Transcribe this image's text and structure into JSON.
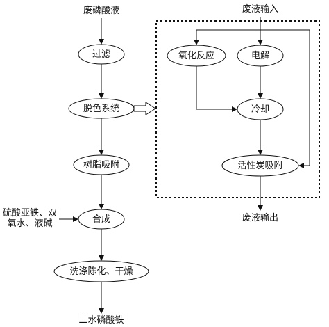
{
  "main_flow": {
    "input": "废磷酸液",
    "step_filter": "过滤",
    "step_decolor": "脱色系统",
    "step_resin": "树脂吸附",
    "reagent": "硫酸亚铁、双氧水、液碱",
    "step_synthesis": "合成",
    "step_wash": "洗涤陈化、干燥",
    "output": "二水磷酸铁"
  },
  "side_system": {
    "waste_in": "废液输入",
    "oxidation": "氧化反应",
    "electrolysis": "电解",
    "cooling": "冷却",
    "carbon": "活性炭吸附",
    "waste_out": "废液输出"
  }
}
